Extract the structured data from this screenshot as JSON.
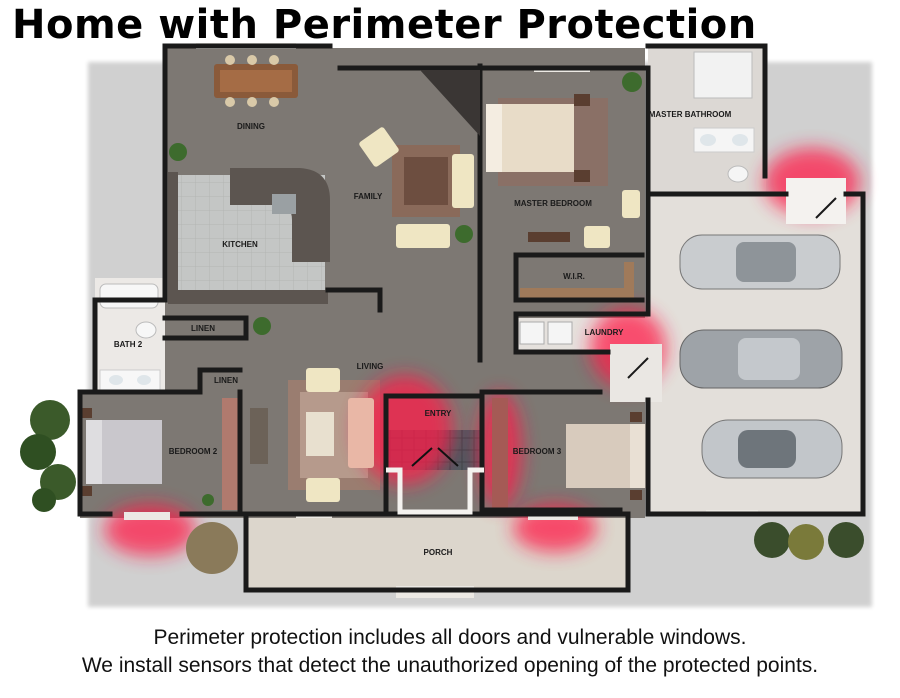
{
  "title": "Home with Perimeter Protection",
  "caption": {
    "line1": "Perimeter protection includes all doors and vulnerable windows.",
    "line2": "We install sensors that detect the unauthorized opening of the protected points."
  },
  "rooms": {
    "dining": "DINING",
    "family": "FAMILY",
    "kitchen": "KITCHEN",
    "master_bedroom": "MASTER BEDROOM",
    "master_bathroom": "MASTER BATHROOM",
    "wir": "W.I.R.",
    "laundry": "LAUNDRY",
    "linen1": "LINEN",
    "linen2": "LINEN",
    "bath2": "BATH 2",
    "living": "LIVING",
    "entry": "ENTRY",
    "bedroom2": "BEDROOM 2",
    "bedroom3": "BEDROOM 3",
    "porch": "PORCH"
  },
  "colors": {
    "floor": "#7d7873",
    "wall": "#1a1a1a",
    "garage_floor": "#e3dfda",
    "sensor_glow": "#ff1a4a",
    "label_box": "#c9c1b6"
  }
}
